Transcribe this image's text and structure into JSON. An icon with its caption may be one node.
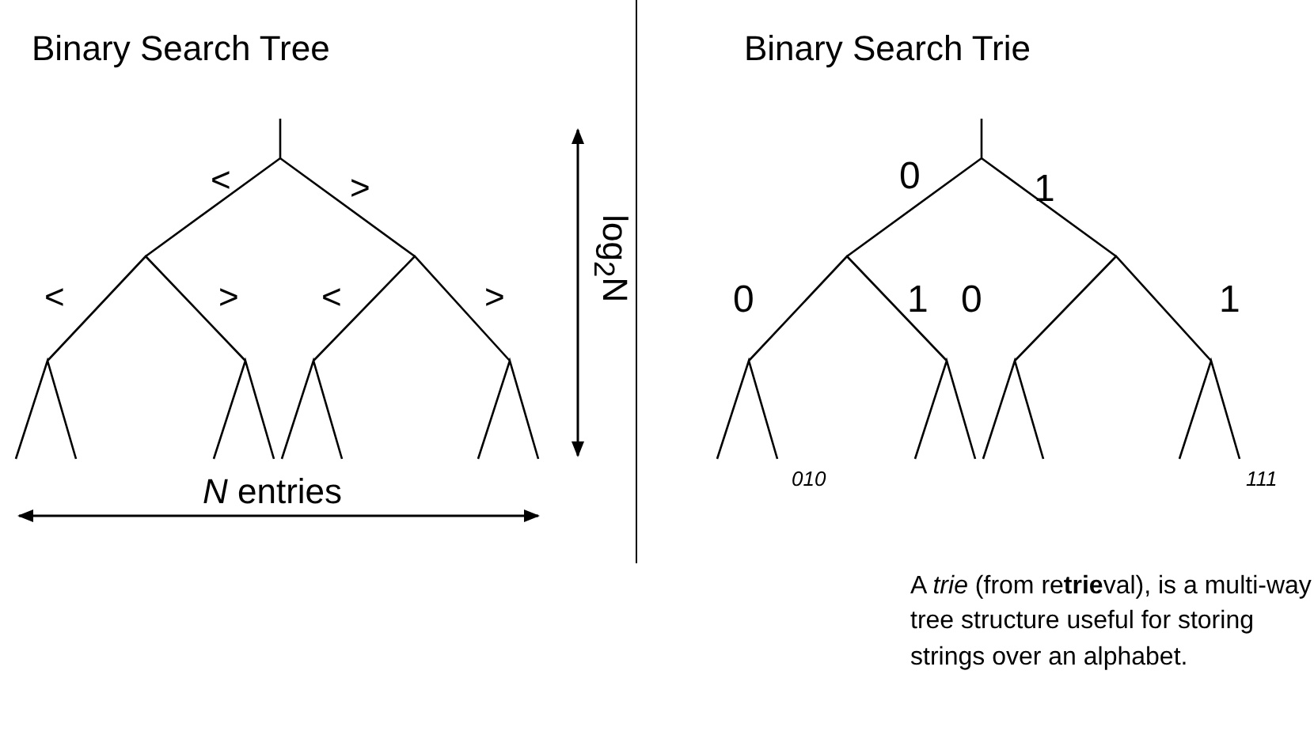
{
  "diagram": {
    "labels": [
      "Binary Search Tree",
      "Binary Search Trie",
      "<",
      ">",
      "0",
      "1",
      "<",
      ">",
      "<",
      ">",
      "0",
      "1",
      "0",
      "1",
      "log$_{2}$N",
      "010",
      "111",
      "*N* entries",
      "A *trie* (from re**trie**val), is a multi-way tree structure useful for storing strings over an alphabet."
    ]
  }
}
